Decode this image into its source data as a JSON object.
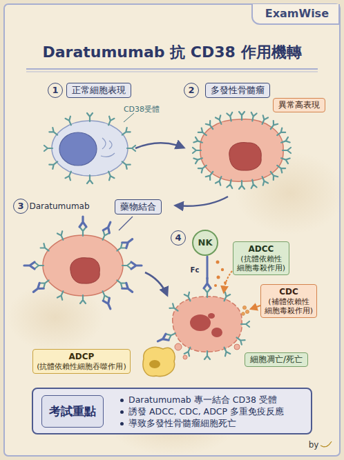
{
  "diagram": {
    "title": "Daratumumab 抗 CD38 作用機轉",
    "nodes": [
      {
        "text": [
          "ExamWise"
        ]
      },
      {
        "text": [
          "1"
        ]
      },
      {
        "text": [
          "正常細胞表現"
        ]
      },
      {
        "text": [
          "2"
        ]
      },
      {
        "text": [
          "多發性骨髓瘤"
        ]
      },
      {
        "text": [
          "異常高表現"
        ]
      },
      {
        "text": [
          "3"
        ]
      },
      {
        "text": [
          "藥物結合"
        ]
      },
      {
        "text": [
          "4"
        ]
      },
      {
        "text": [
          "NK"
        ]
      },
      {
        "text": [
          "ADCC",
          "(抗體依賴性 細胞毒殺作用)"
        ]
      },
      {
        "text": [
          "CDC",
          "(補體依賴性 細胞毒殺作用)"
        ]
      },
      {
        "text": [
          "ADCP",
          "(抗體依賴性細胞吞噬作用)"
        ]
      },
      {
        "text": [
          "細胞凋亡/死亡"
        ]
      },
      {
        "text": [
          "Daratumumab 專一結合 CD38 受體",
          "誘發 ADCC, CDC, ADCP 多重免疫反應",
          "導致多發性骨髓瘤細胞死亡"
        ]
      },
      {
        "text": [
          "考試重點"
        ],
        "in": 14
      }
    ],
    "labels": [
      "CD38受體",
      "Daratumumab",
      "Fc",
      "by"
    ]
  }
}
